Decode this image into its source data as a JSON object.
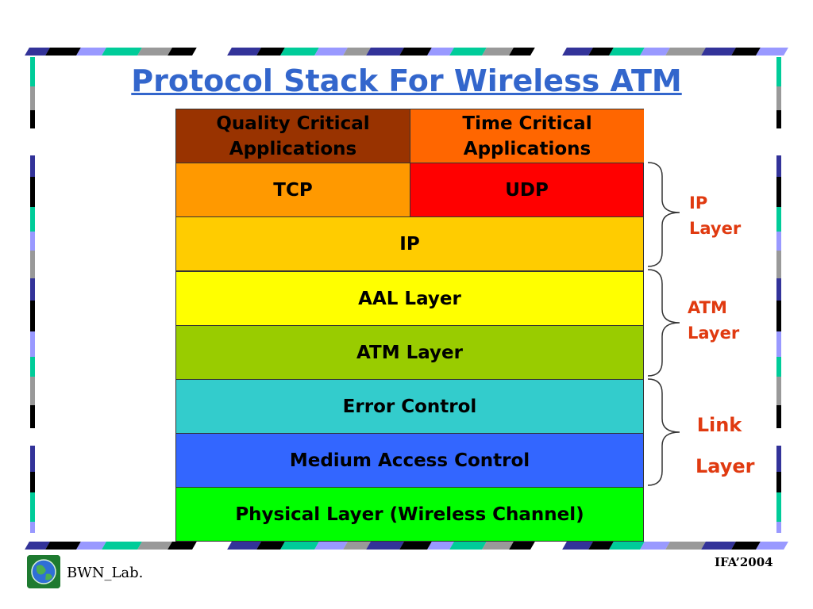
{
  "slide": {
    "title": "Protocol Stack For Wireless ATM",
    "footer_left": "BWN_Lab.",
    "footer_right": "IFA’2004"
  },
  "stack": {
    "rows": [
      {
        "cells": [
          {
            "text": "Quality Critical Applications",
            "color": "#993300"
          },
          {
            "text": "Time Critical Applications",
            "color": "#ff6600"
          }
        ]
      },
      {
        "cells": [
          {
            "text": "TCP",
            "color": "#ff9900"
          },
          {
            "text": "UDP",
            "color": "#ff0000"
          }
        ]
      },
      {
        "cells": [
          {
            "text": "IP",
            "color": "#ffcc00"
          }
        ]
      },
      {
        "cells": [
          {
            "text": "AAL Layer",
            "color": "#ffff00"
          }
        ]
      },
      {
        "cells": [
          {
            "text": "ATM Layer",
            "color": "#99cc00"
          }
        ]
      },
      {
        "cells": [
          {
            "text": "Error Control",
            "color": "#33cccc"
          }
        ]
      },
      {
        "cells": [
          {
            "text": "Medium Access Control",
            "color": "#3366ff"
          }
        ]
      },
      {
        "cells": [
          {
            "text": "Physical Layer (Wireless Channel)",
            "color": "#00ff00"
          }
        ]
      }
    ]
  },
  "braces": [
    {
      "label": "IP Layer"
    },
    {
      "label": "ATM Layer"
    },
    {
      "label": "Link Layer"
    }
  ],
  "colors": {
    "title": "#3366cc",
    "brace_label": "#e03a10",
    "border_palette": [
      "#333399",
      "#000000",
      "#9999ff",
      "#00cc99",
      "#999999",
      "#ffffff"
    ]
  }
}
